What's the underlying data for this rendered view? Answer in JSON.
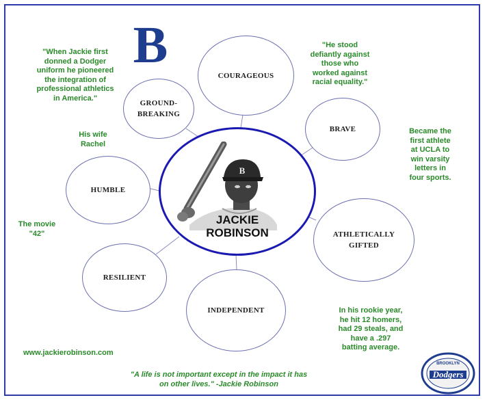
{
  "center": {
    "name": "JACKIE\nROBINSON"
  },
  "traits": {
    "courageous": "COURAGEOUS",
    "ground_breaking": "GROUND-\nBREAKING",
    "brave": "BRAVE",
    "humble": "HUMBLE",
    "athletically_gifted": "ATHLETICALLY\nGIFTED",
    "resilient": "RESILIENT",
    "independent": "INDEPENDENT"
  },
  "notes": {
    "dodger_uniform": "\"When Jackie first\ndonned a Dodger\nuniform he pioneered\nthe integration of\nprofessional athletics\nin America.\"",
    "stood_defiantly": "\"He stood\ndefiantly against\nthose who\nworked against\nracial equality.\"",
    "wife": "His wife\nRachel",
    "ucla": "Became the\nfirst athlete\nat UCLA to\nwin varsity\nletters in\nfour sports.",
    "movie": "The movie\n\"42\"",
    "rookie_year": "In his rookie year,\nhe hit 12 homers,\nhad 29 steals, and\nhave a .297\nbatting average."
  },
  "website": "www.jackierobinson.com",
  "bottom_quote": "\"A life is not important except in the impact it has\non other lives.\" -Jackie Robinson",
  "logos": {
    "brooklyn_b": "B",
    "dodgers_ring": "BROOKLYN",
    "dodgers_script": "Dodgers"
  },
  "colors": {
    "frame": "#2b3aa8",
    "center_ring": "#1a1ab2",
    "note_green": "#2a8a2a",
    "bubble_border": "#6b6fb0",
    "logo_blue": "#1e3d8f"
  }
}
